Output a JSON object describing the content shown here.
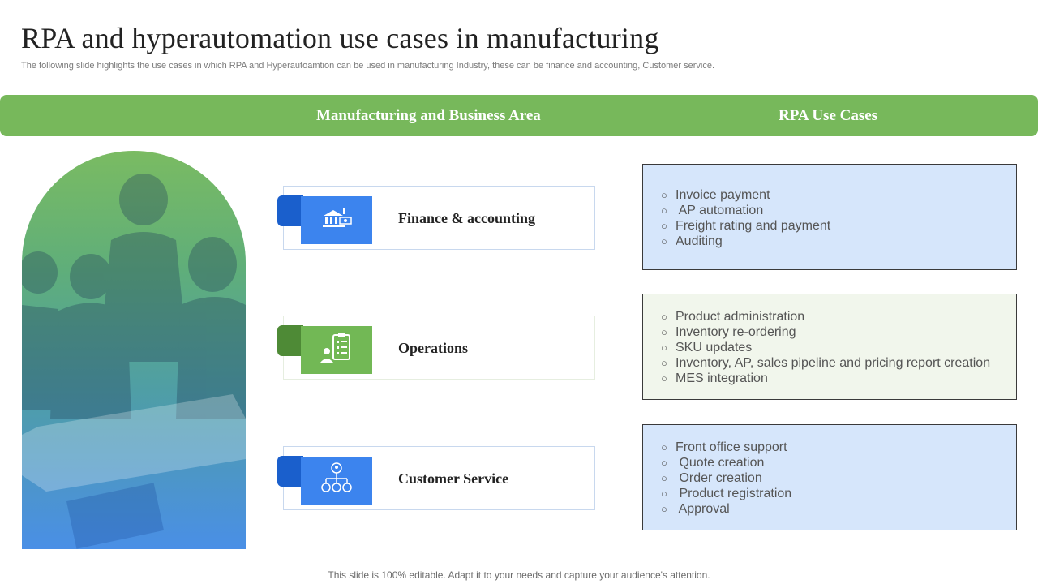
{
  "title": "RPA and hyperautomation  use cases in manufacturing",
  "subtitle": "The following slide highlights the use cases in which RPA and Hyperautoamtion can be used in manufacturing Industry, these can be finance and accounting, Customer service.",
  "header": {
    "col1": "Manufacturing  and Business Area",
    "col2": "RPA Use Cases"
  },
  "areas": [
    {
      "label": "Finance & accounting",
      "icon": "bank-money-icon",
      "accent": "#3c84ee",
      "tab": "#1a5fcc",
      "box_bg": "#d6e6fb",
      "use_cases": [
        "Invoice payment",
        " AP automation",
        "Freight rating and payment",
        "Auditing"
      ]
    },
    {
      "label": "Operations",
      "icon": "checklist-person-icon",
      "accent": "#72b855",
      "tab": "#4e8a36",
      "box_bg": "#f1f6ec",
      "use_cases": [
        "Product administration",
        "Inventory  re-ordering",
        "SKU updates",
        "Inventory,  AP, sales pipeline and pricing report creation",
        "MES integration"
      ]
    },
    {
      "label": "Customer Service",
      "icon": "customer-network-icon",
      "accent": "#3c84ee",
      "tab": "#1a5fcc",
      "box_bg": "#d6e6fb",
      "use_cases": [
        "Front office support",
        " Quote creation",
        " Order creation",
        " Product registration",
        " Approval"
      ]
    }
  ],
  "bullet_glyph": "○",
  "footer": "This slide is 100% editable. Adapt it to your needs and capture your audience's attention."
}
